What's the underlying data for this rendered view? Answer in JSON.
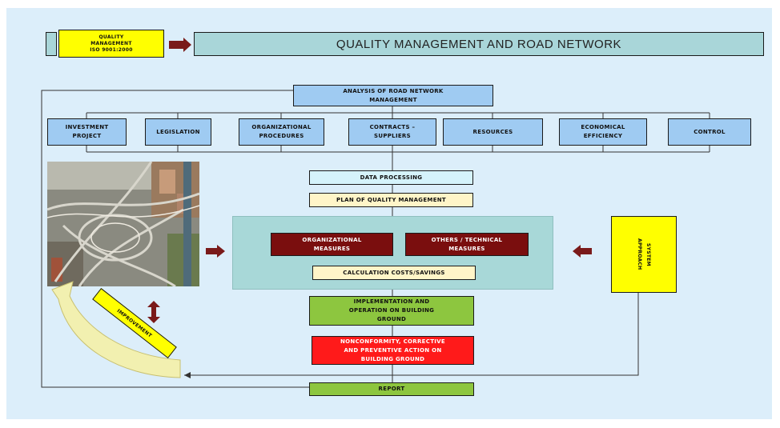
{
  "header": {
    "iso_label": "QUALITY\nMANAGEMENT\nISO 9001:2000",
    "title": "QUALITY MANAGEMENT  AND ROAD NETWORK"
  },
  "flow": {
    "analysis": "ANALYSIS  OF ROAD NETWORK\nMANAGEMENT",
    "categories": [
      "INVESTMENT\nPROJECT",
      "LEGISLATION",
      "ORGANIZATIONAL\nPROCEDURES",
      "CONTRACTS –\nSUPPLIERS",
      "RESOURCES",
      "ECONOMICAL\nEFFICIENCY",
      "CONTROL"
    ],
    "data_processing": "DATA PROCESSING",
    "plan": "PLAN  OF  QUALITY MANAGEMENT",
    "organizational_measures": "ORGANIZATIONAL\nMEASURES",
    "technical_measures": "OTHERS / TECHNICAL\nMEASURES",
    "calculation": "CALCULATION COSTS/SAVINGS",
    "implementation": "IMPLEMENTATION    AND\nOPERATION   ON BUILDING\nGROUND",
    "nonconformity": "NONCONFORMITY,  CORRECTIVE\nAND PREVENTIVE  ACTION        ON\nBUILDING GROUND",
    "report": "REPORT",
    "approach": "SYSTEM\nAPPROACH",
    "improvement": "IMPROVEMENT"
  },
  "colors": {
    "background": "#dceefa",
    "box_blue": "#9fcbf2",
    "measures_red": "#7a0e0e",
    "alert_red": "#ff1a1a",
    "green": "#8dc63f",
    "yellow": "#ffff00",
    "teal": "#a8d8d8",
    "arrow": "#7a1a1a"
  },
  "image": {
    "subject": "aerial photo of highway interchange"
  }
}
